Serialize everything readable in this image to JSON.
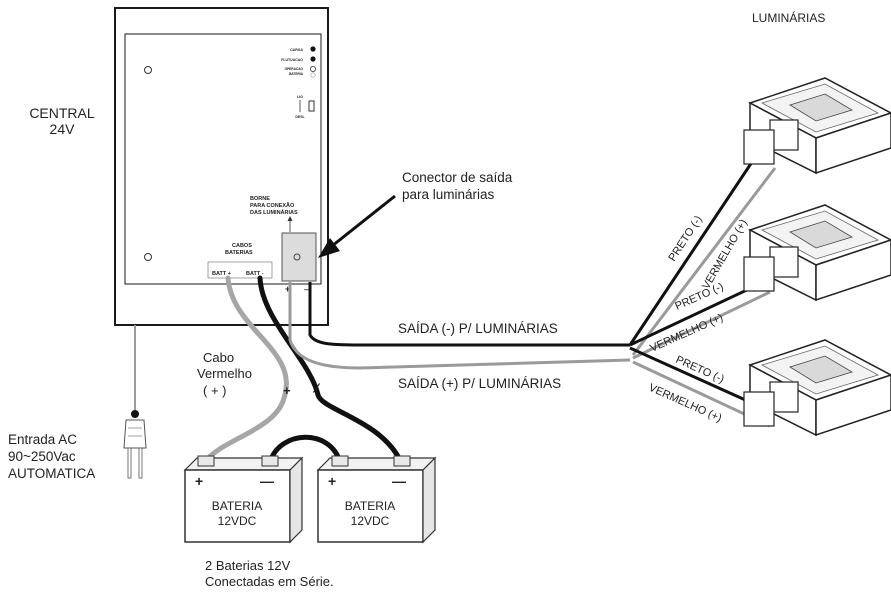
{
  "central": {
    "title_line1": "CENTRAL",
    "title_line2": "24V",
    "led1": "CARGA",
    "led2": "FLUTUACAO",
    "led3_line1": "OPERACAO",
    "led3_line2": "BATERIA",
    "switch_top": "LIG",
    "switch_bottom": "DESL",
    "borne_line1": "BORNE",
    "borne_line2": "PARA CONEXÃO",
    "borne_line3": "DAS LUMINÁRIAS",
    "cabos_line1": "CABOS",
    "cabos_line2": "BATERIAS",
    "batt_pos": "BATT +",
    "batt_neg": "BATT -",
    "term_plus": "+",
    "term_minus": "—"
  },
  "connector_note": {
    "line1": "Conector de saída",
    "line2": "para luminárias"
  },
  "ac_input": {
    "line1": "Entrada AC",
    "line2": "90~250Vac",
    "line3": "AUTOMATICA"
  },
  "cabo_vermelho": {
    "line1": "Cabo",
    "line2": "Vermelho",
    "line3": "( + )"
  },
  "wire_plus": "+",
  "wire_minus": "—",
  "batteries": [
    {
      "line1": "BATERIA",
      "line2": "12VDC",
      "pos": "+",
      "neg": "—"
    },
    {
      "line1": "BATERIA",
      "line2": "12VDC",
      "pos": "+",
      "neg": "—"
    }
  ],
  "batteries_note": {
    "line1": "2 Baterias 12V",
    "line2": "Conectadas em Série."
  },
  "outputs": {
    "neg": "SAÍDA (-) P/ LUMINÁRIAS",
    "pos": "SAÍDA (+) P/ LUMINÁRIAS"
  },
  "luminarias_title": "LUMINÁRIAS",
  "wire_labels": {
    "preto": "PRETO (-)",
    "vermelho": "VERMELHO (+)"
  },
  "colors": {
    "black_wire": "#111111",
    "red_wire_gray": "#9a9a9a",
    "panel": "#ffffff",
    "line": "#1a1a1a"
  }
}
